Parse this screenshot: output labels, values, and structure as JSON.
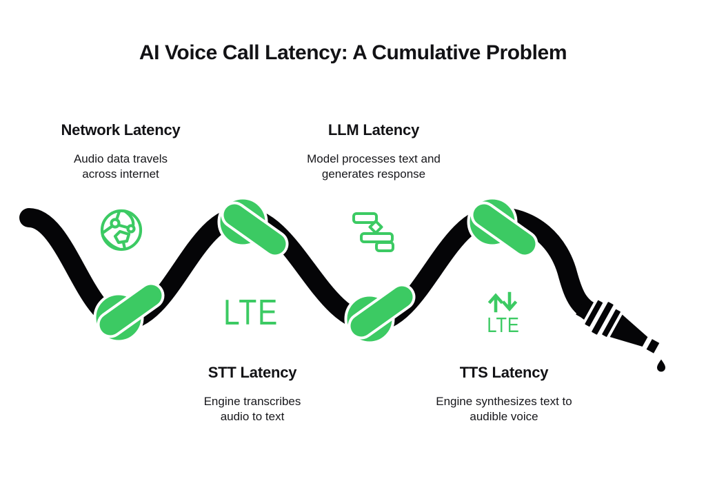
{
  "title": "AI Voice Call Latency: A Cumulative Problem",
  "stages": [
    {
      "heading": "Network Latency",
      "description": "Audio data travels across internet",
      "icon": "globe-network-icon"
    },
    {
      "heading": "LLM Latency",
      "description": "Model processes text and generates response",
      "icon": "workflow-gantt-icon"
    },
    {
      "heading": "STT Latency",
      "description": "Engine transcribes audio to text",
      "icon": "lte-text-icon"
    },
    {
      "heading": "TTS Latency",
      "description": "Engine synthesizes text to audible voice",
      "icon": "lte-updown-arrows-icon"
    }
  ],
  "icon_labels": {
    "stt_lte": "LTE",
    "tts_lte": "LTE"
  },
  "colors": {
    "accent_green": "#3CCA63",
    "hose_black": "#050507",
    "outline_white": "#ffffff",
    "text_black": "#121215",
    "background": "#ffffff"
  }
}
